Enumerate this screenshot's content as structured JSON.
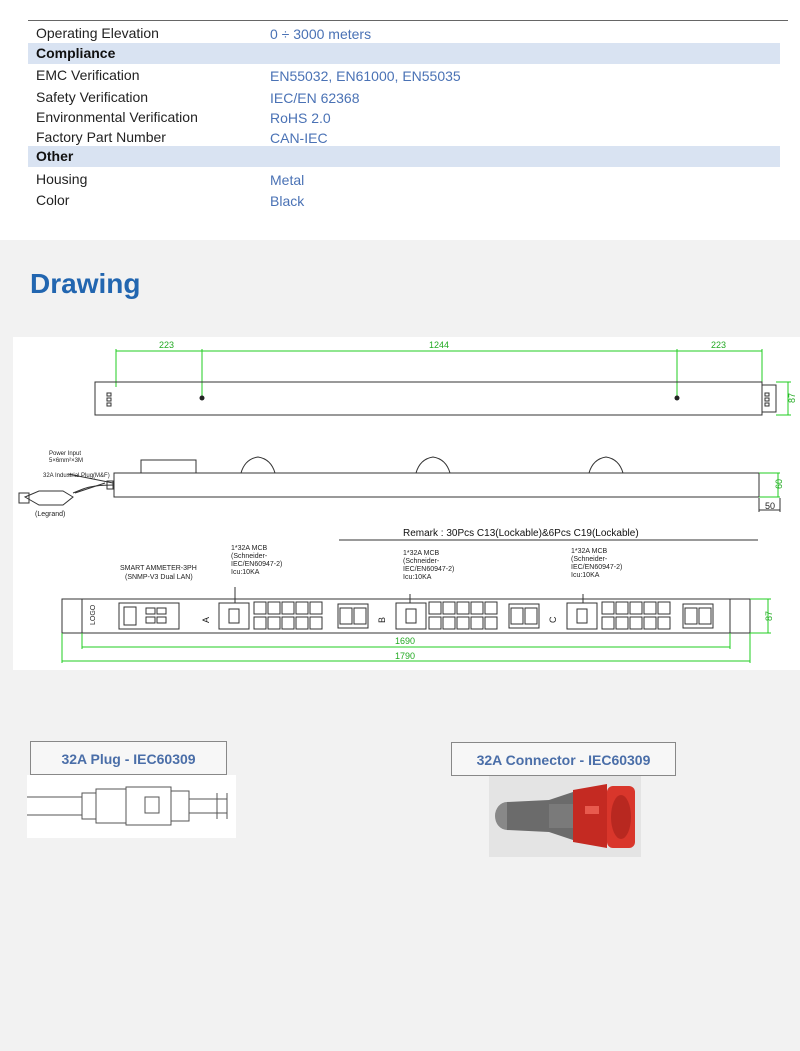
{
  "specs": {
    "operating_elevation": {
      "label": "Operating  Elevation",
      "value": "0 ÷ 3000 meters"
    },
    "compliance_header": "Compliance",
    "emc": {
      "label": "EMC Verification",
      "value": "EN55032,  EN61000, EN55035"
    },
    "safety": {
      "label": "Safety Verification",
      "value": "IEC/EN 62368"
    },
    "environmental": {
      "label": "Environmental Verification",
      "value": "RoHS 2.0"
    },
    "factory_part": {
      "label": "Factory  Part Number",
      "value": "CAN-IEC"
    },
    "other_header": "Other",
    "housing": {
      "label": "Housing",
      "value": "Metal"
    },
    "color": {
      "label": "Color",
      "value": "Black"
    }
  },
  "drawing": {
    "title": "Drawing",
    "dims": {
      "d223a": "223",
      "d1244": "1244",
      "d223b": "223",
      "d87a": "87",
      "d60": "60",
      "d50": "50",
      "d87b": "87",
      "d1690": "1690",
      "d1790": "1790"
    },
    "power_input": "Power Input",
    "cable": "5×6mm²×3M",
    "plug": "32A Industrial Plug(M&F)",
    "legrand": "(Legrand)",
    "remark": "Remark :  30Pcs C13(Lockable)&6Pcs C19(Lockable)",
    "mcb_line1": "1*32A MCB",
    "mcb_line2": "(Schneider-",
    "mcb_line3": "IEC/EN60947-2)",
    "mcb_line4": "Icu:10KA",
    "ammeter_line1": "SMART AMMETER-3PH",
    "ammeter_line2": "(SNMP-V3 Dual LAN)",
    "logo": "LOGO",
    "phase_a": "A",
    "phase_b": "B",
    "phase_c": "C"
  },
  "accessories": {
    "plug_label": "32A  Plug - IEC60309",
    "connector_label": "32A Connector - IEC60309"
  },
  "colors": {
    "value_text": "#4a72b5",
    "section_bg": "#d9e3f2",
    "title": "#2266b0",
    "dimension": "#22cc22",
    "connector_red": "#d9362b"
  }
}
